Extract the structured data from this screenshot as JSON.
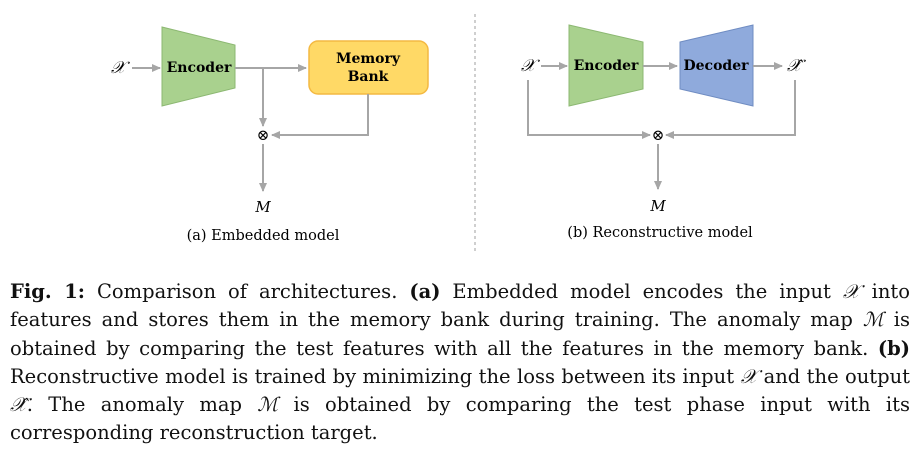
{
  "panel_a": {
    "input_symbol": "𝒳",
    "encoder_label": "Encoder",
    "memory_bank_label_line1": "Memory",
    "memory_bank_label_line2": "Bank",
    "combine_symbol": "⊗",
    "output_symbol": "M",
    "caption": "(a) Embedded model"
  },
  "panel_b": {
    "input_symbol": "𝒳",
    "encoder_label": "Encoder",
    "decoder_label": "Decoder",
    "output_symbol": "𝒳̂",
    "combine_symbol": "⊗",
    "anomaly_symbol": "M",
    "caption": "(b) Reconstructive model"
  },
  "figure_caption": {
    "label": "Fig. 1:",
    "intro": " Comparison of architectures. ",
    "a_tag": "(a)",
    "a_text_1": " Embedded model encodes the input ",
    "x_symbol": "𝒳",
    "a_text_2": " into features and stores them in the memory bank during training. The anomaly map ",
    "m_symbol": "ℳ",
    "a_text_3": " is obtained by comparing the test features with all the features in the memory bank. ",
    "b_tag": "(b)",
    "b_text_1": " Reconstructive model is trained by minimizing the loss between its input ",
    "b_text_2": " and the output ",
    "x_hat_symbol": "𝒳̂",
    "b_text_3": ". The anomaly map ",
    "b_text_4": " is obtained by comparing the test phase input with its corresponding reconstruction target."
  },
  "colors": {
    "encoder": "#a9d18e",
    "decoder": "#8faadc",
    "memory_bank": "#ffd966",
    "memory_bank_border": "#f4b942",
    "arrow": "#a6a6a6"
  }
}
